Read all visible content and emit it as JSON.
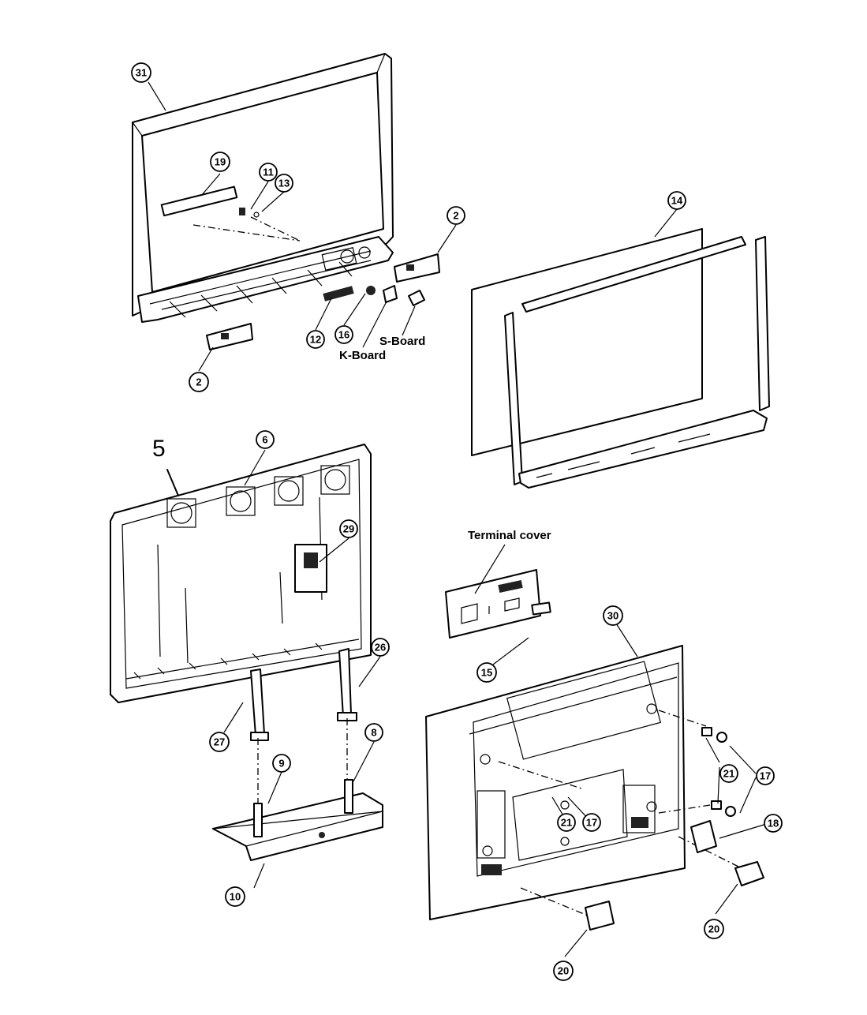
{
  "callouts": {
    "c31": "31",
    "c19": "19",
    "c11": "11",
    "c13": "13",
    "c2a": "2",
    "c2b": "2",
    "c12": "12",
    "c16": "16",
    "c14": "14",
    "c6": "6",
    "c29": "29",
    "c26": "26",
    "c27": "27",
    "c9": "9",
    "c8": "8",
    "c10": "10",
    "c15": "15",
    "c30": "30",
    "c21a": "21",
    "c21b": "21",
    "c17a": "17",
    "c17b": "17",
    "c18": "18",
    "c20a": "20",
    "c20b": "20"
  },
  "labels": {
    "k_board": "K-Board",
    "s_board": "S-Board",
    "terminal_cover": "Terminal cover",
    "item5": "5"
  }
}
